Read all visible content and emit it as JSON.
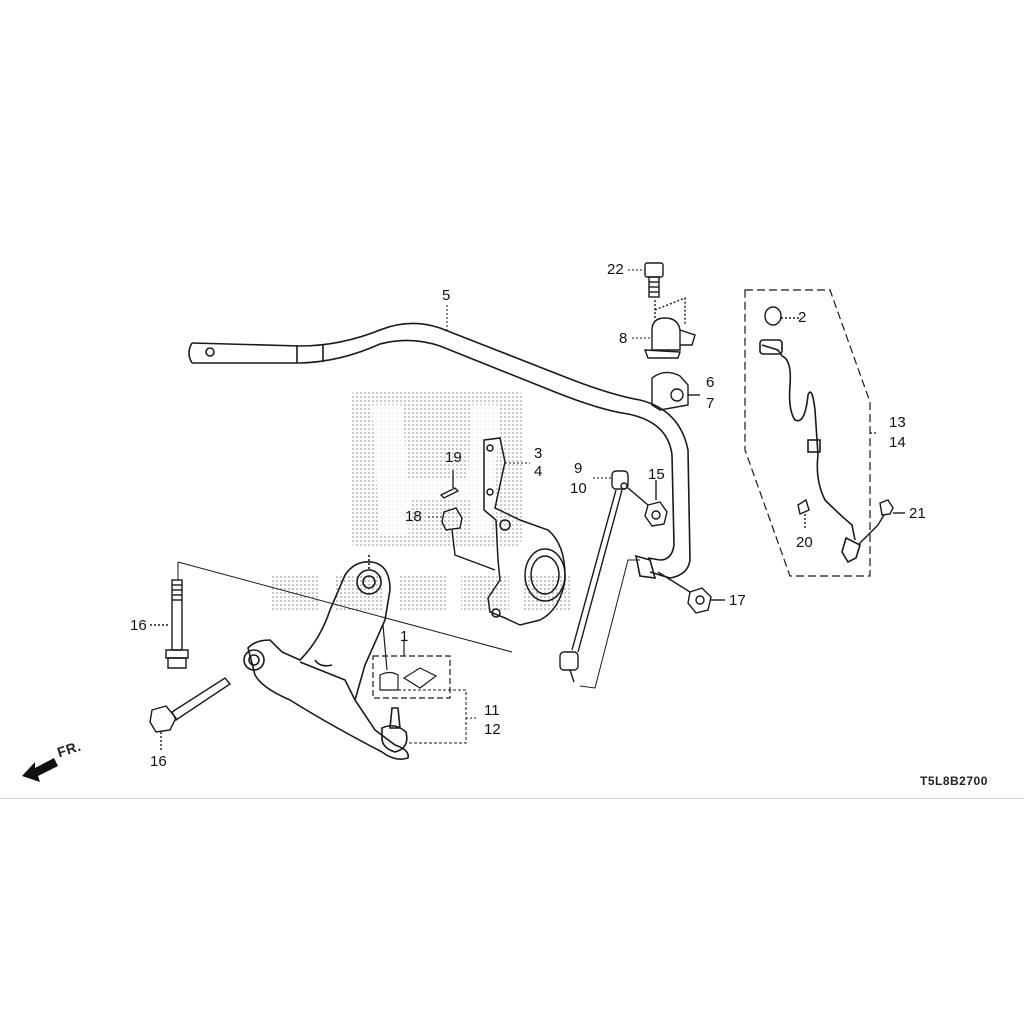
{
  "diagram": {
    "title": "Front Knuckle / Lower Arm / Stabilizer Parts Diagram",
    "diagram_code": "T5L8B2700",
    "orientation_marker": "FR.",
    "watermark": "HONDA",
    "colors": {
      "line": "#1a1a1a",
      "watermark_dots": "#9a9a9a",
      "background": "#ffffff",
      "divider": "#cfcfcf"
    }
  },
  "callouts": [
    {
      "id": "c1",
      "label": "1",
      "part": "ball-joint-boot-kit"
    },
    {
      "id": "c2",
      "label": "2",
      "part": "sensor-grommet"
    },
    {
      "id": "c3",
      "label": "3",
      "part": "knuckle-right"
    },
    {
      "id": "c4",
      "label": "4",
      "part": "knuckle-left"
    },
    {
      "id": "c5",
      "label": "5",
      "part": "stabilizer-bar"
    },
    {
      "id": "c6",
      "label": "6",
      "part": "stabilizer-bushing"
    },
    {
      "id": "c7",
      "label": "7",
      "part": "stabilizer-bushing-alt"
    },
    {
      "id": "c8",
      "label": "8",
      "part": "stabilizer-holder"
    },
    {
      "id": "c9",
      "label": "9",
      "part": "stabilizer-link-right"
    },
    {
      "id": "c10",
      "label": "10",
      "part": "stabilizer-link-left"
    },
    {
      "id": "c11",
      "label": "11",
      "part": "lower-arm-right"
    },
    {
      "id": "c12",
      "label": "12",
      "part": "lower-arm-left"
    },
    {
      "id": "c13",
      "label": "13",
      "part": "wheel-speed-sensor-right"
    },
    {
      "id": "c14",
      "label": "14",
      "part": "wheel-speed-sensor-left"
    },
    {
      "id": "c15",
      "label": "15",
      "part": "self-lock-nut"
    },
    {
      "id": "c16a",
      "label": "16",
      "part": "flange-bolt-upper"
    },
    {
      "id": "c16b",
      "label": "16",
      "part": "flange-bolt-lower"
    },
    {
      "id": "c17",
      "label": "17",
      "part": "flange-nut"
    },
    {
      "id": "c18",
      "label": "18",
      "part": "castle-nut"
    },
    {
      "id": "c19",
      "label": "19",
      "part": "cotter-pin"
    },
    {
      "id": "c20",
      "label": "20",
      "part": "sensor-clip"
    },
    {
      "id": "c21",
      "label": "21",
      "part": "sensor-bolt"
    },
    {
      "id": "c22",
      "label": "22",
      "part": "holder-bolt"
    }
  ]
}
